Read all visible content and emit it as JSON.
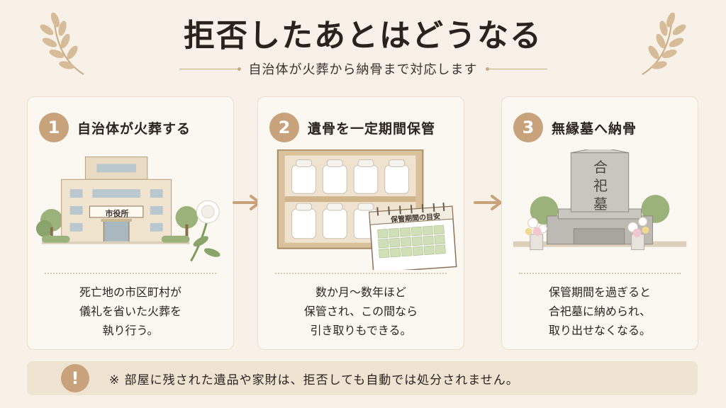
{
  "header": {
    "title": "拒否したあとはどうなる",
    "subtitle": "自治体が火葬から納骨まで対応します"
  },
  "colors": {
    "accent": "#c8a27a",
    "background": "#f7f1e8",
    "card": "#fbf7f1",
    "notice_bg": "#efe3d2"
  },
  "steps": [
    {
      "number": "1",
      "title": "自治体が火葬する",
      "sign": "市役所",
      "description": [
        "死亡地の市区町村が",
        "儀礼を省いた火葬を",
        "執り行う。"
      ]
    },
    {
      "number": "2",
      "title": "遺骨を一定期間保管",
      "calendar_label": "保管期間の目安",
      "description": [
        "数か月〜数年ほど",
        "保管され、この間なら",
        "引き取りもできる。"
      ]
    },
    {
      "number": "3",
      "title": "無縁墓へ納骨",
      "tombstone_chars": [
        "合",
        "祀",
        "墓"
      ],
      "description": [
        "保管期間を過ぎると",
        "合祀墓に納められ、",
        "取り出せなくなる。"
      ]
    }
  ],
  "notice": {
    "icon": "!",
    "text": "※ 部屋に残された遺品や家財は、拒否しても自動では処分されません。"
  }
}
